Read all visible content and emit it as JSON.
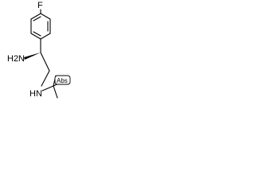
{
  "molecule": {
    "atoms": {
      "fluorine": "F",
      "amine_primary": "H2N",
      "amine_secondary": "HN",
      "stereo_flag": "Abs"
    }
  },
  "colors": {
    "bond": "#000000",
    "text": "#000000",
    "background": "#ffffff"
  }
}
